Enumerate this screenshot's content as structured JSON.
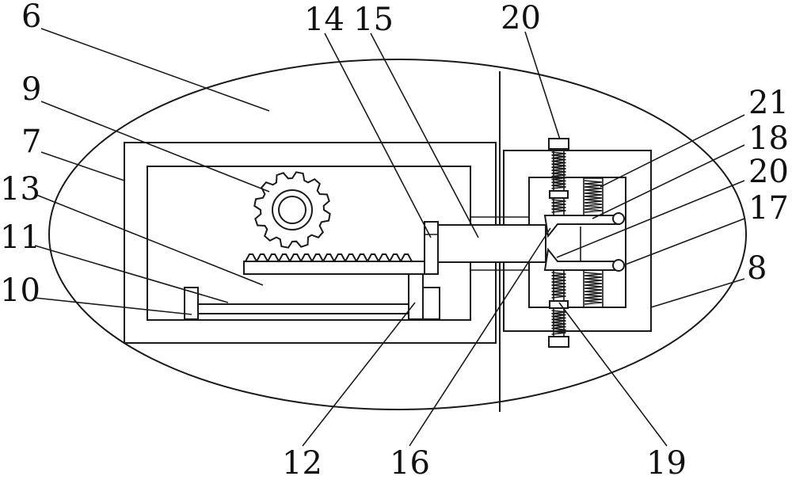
{
  "labels": {
    "l6": "6",
    "l9": "9",
    "l7": "7",
    "l13": "13",
    "l11": "11",
    "l10": "10",
    "l14": "14",
    "l15": "15",
    "l20a": "20",
    "l21": "21",
    "l18": "18",
    "l20b": "20",
    "l17": "17",
    "l8": "8",
    "l12": "12",
    "l16": "16",
    "l19": "19"
  },
  "colors": {
    "line": "#1a1a1a",
    "background": "#ffffff"
  }
}
